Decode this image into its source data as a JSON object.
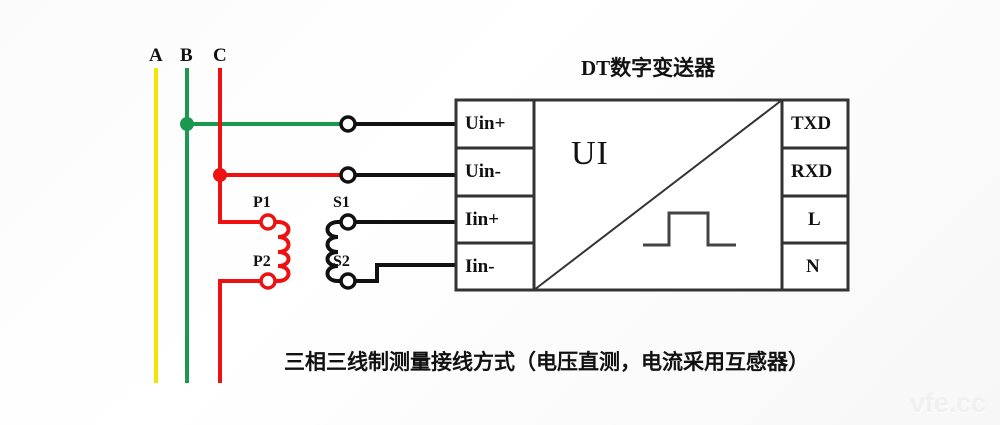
{
  "diagram": {
    "title": "DT数字变送器",
    "caption": "三相三线制测量接线方式（电压直测，电流采用互感器）",
    "watermark": "vfe.cc"
  },
  "phases": [
    {
      "name": "A",
      "label": "A",
      "color": "#f5e400"
    },
    {
      "name": "B",
      "label": "B",
      "color": "#1a9850"
    },
    {
      "name": "C",
      "label": "C",
      "color": "#ee1111"
    }
  ],
  "transformer": {
    "primary_top_label": "P1",
    "primary_bottom_label": "P2",
    "secondary_top_label": "S1",
    "secondary_bottom_label": "S2",
    "primary_color": "#ee1111",
    "secondary_color": "#111111"
  },
  "device": {
    "center_label": "UI",
    "left_terminals": [
      {
        "label": "Uin+"
      },
      {
        "label": "Uin-"
      },
      {
        "label": "Iin+"
      },
      {
        "label": "Iin-"
      }
    ],
    "right_terminals": [
      {
        "label": "TXD"
      },
      {
        "label": "RXD"
      },
      {
        "label": "L"
      },
      {
        "label": "N"
      }
    ],
    "waveform_icon": "square-pulse-icon",
    "diagonal_icon": "diagonal-divider-icon"
  }
}
